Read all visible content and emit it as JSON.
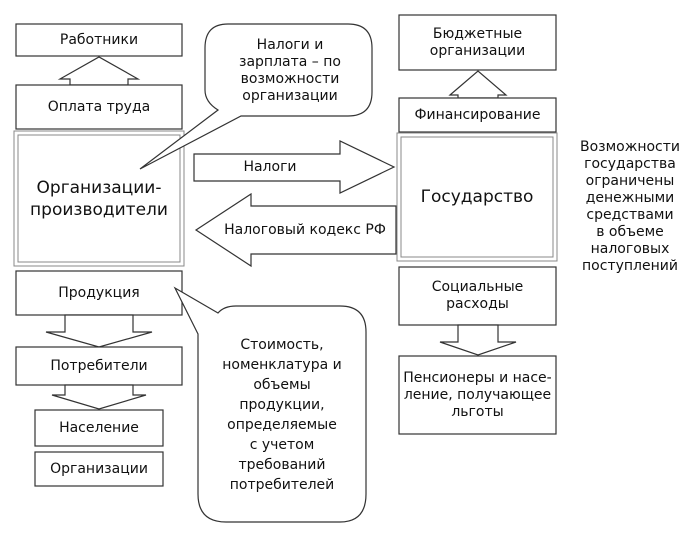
{
  "nodes": {
    "workers": "Работники",
    "labor_pay": "Оплата труда",
    "producers": "Организации-\nпроизводители",
    "products": "Продукция",
    "consumers": "Потребители",
    "population": "Население",
    "organizations": "Организации",
    "budget_orgs": "Бюджетные\nорганизации",
    "financing": "Финансирование",
    "state": "Государство",
    "social": "Социальные\nрасходы",
    "pensioners": "Пенсионеры и насе-\nление, получающее\nльготы"
  },
  "arrows": {
    "taxes": "Налоги",
    "tax_code": "Налоговый кодекс РФ"
  },
  "callouts": {
    "top": "Налоги и\nзарплата – по\nвозможности\nорганизации",
    "bottom": "Стоимость,\nноменклатура и\nобъемы\nпродукции,\nопределяемые\nс учетом\nтребований\nпотребителей"
  },
  "side_note": "Возможности\nгосударства\nограничены\nденежными\nсредствами\nв объеме\nналоговых\nпоступлений"
}
